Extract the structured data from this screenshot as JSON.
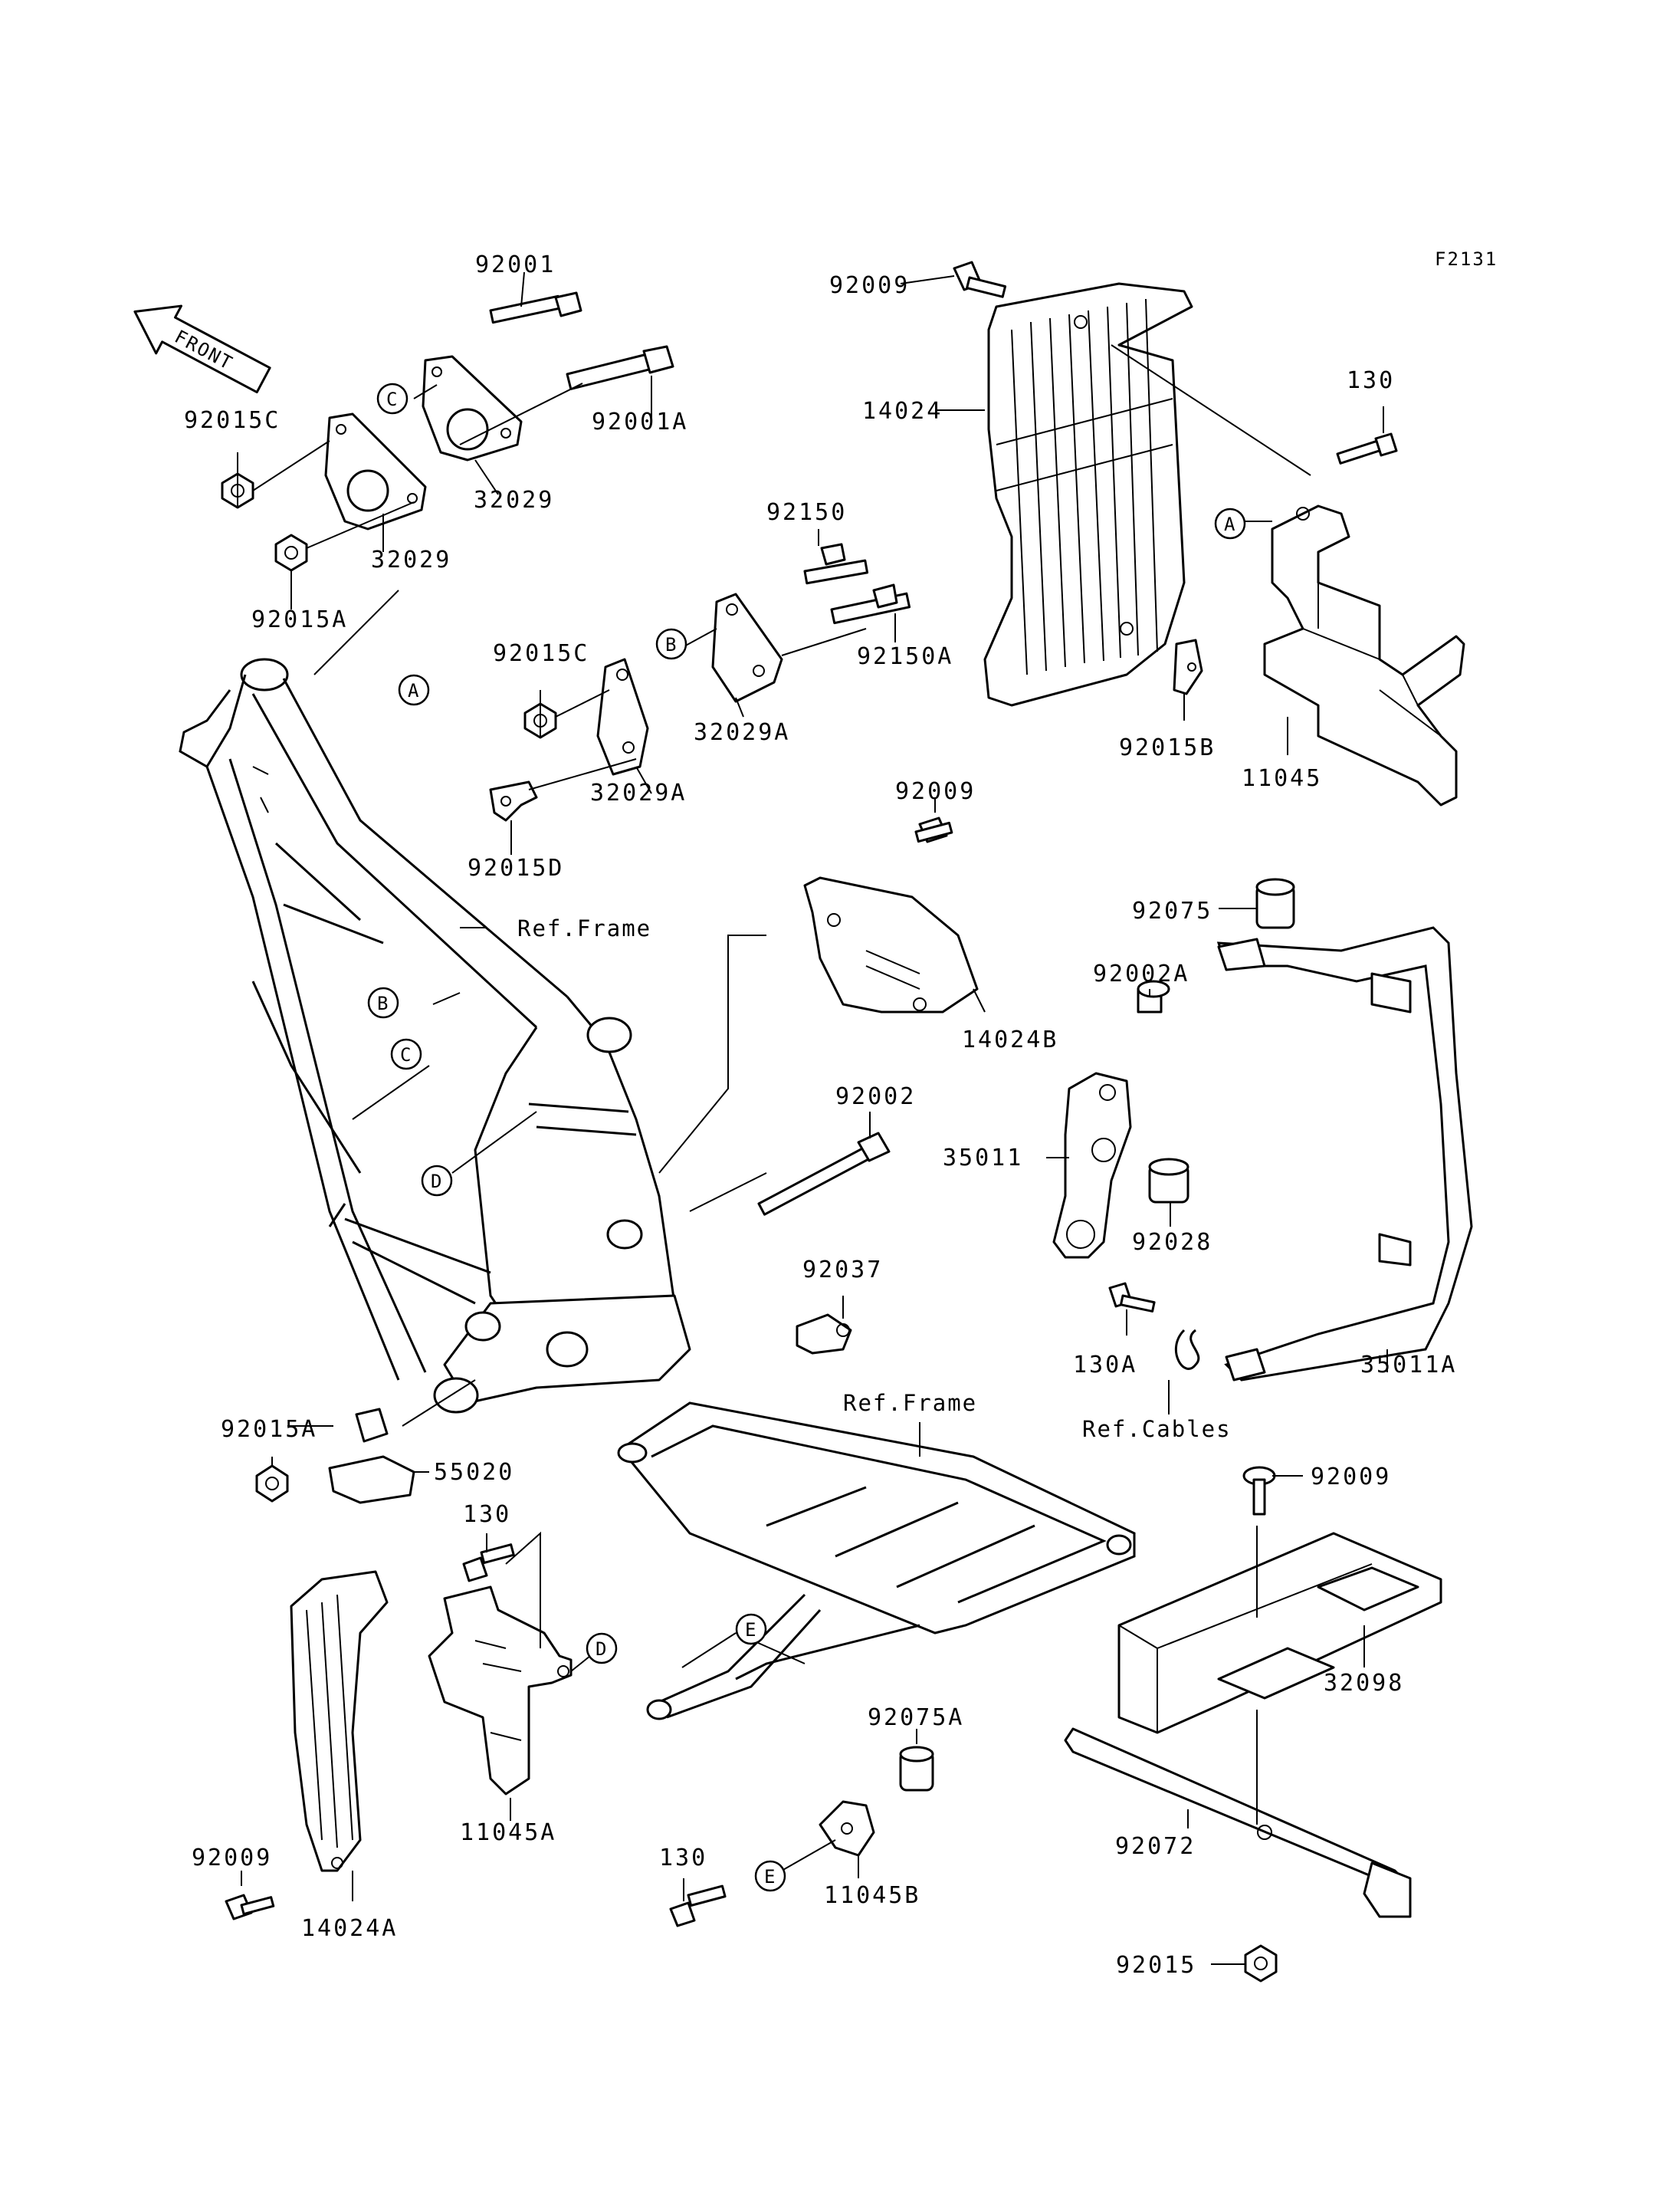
{
  "figure_code": "F2131",
  "front_label": "FRONT",
  "parts": {
    "p92001": "92001",
    "p92001A": "92001A",
    "p92015C_top": "92015C",
    "p32029_a": "32029",
    "p32029_b": "32029",
    "p92015A_top": "92015A",
    "p92150": "92150",
    "p92150A": "92150A",
    "p92015C_mid": "92015C",
    "p32029A_a": "32029A",
    "p32029A_b": "32029A",
    "p92015D": "92015D",
    "p92009_top": "92009",
    "p14024": "14024",
    "p130_top": "130",
    "p92015B": "92015B",
    "p11045": "11045",
    "p92009_mid": "92009",
    "p14024B": "14024B",
    "p92075": "92075",
    "p92002A": "92002A",
    "p92002": "92002",
    "p35011": "35011",
    "p92028": "92028",
    "p92037": "92037",
    "p130A": "130A",
    "p35011A": "35011A",
    "p92015A_low": "92015A",
    "p55020": "55020",
    "p130_low": "130",
    "p11045A": "11045A",
    "p92009_right": "92009",
    "p32098": "32098",
    "p92075A": "92075A",
    "p11045B": "11045B",
    "p130_bottom": "130",
    "p92072": "92072",
    "p92015": "92015",
    "p92009_bl": "92009",
    "p14024A": "14024A"
  },
  "references": {
    "ref_frame_1": "Ref.Frame",
    "ref_frame_2": "Ref.Frame",
    "ref_cables": "Ref.Cables"
  },
  "callouts": {
    "A": "A",
    "B": "B",
    "C": "C",
    "D": "D",
    "E": "E"
  }
}
